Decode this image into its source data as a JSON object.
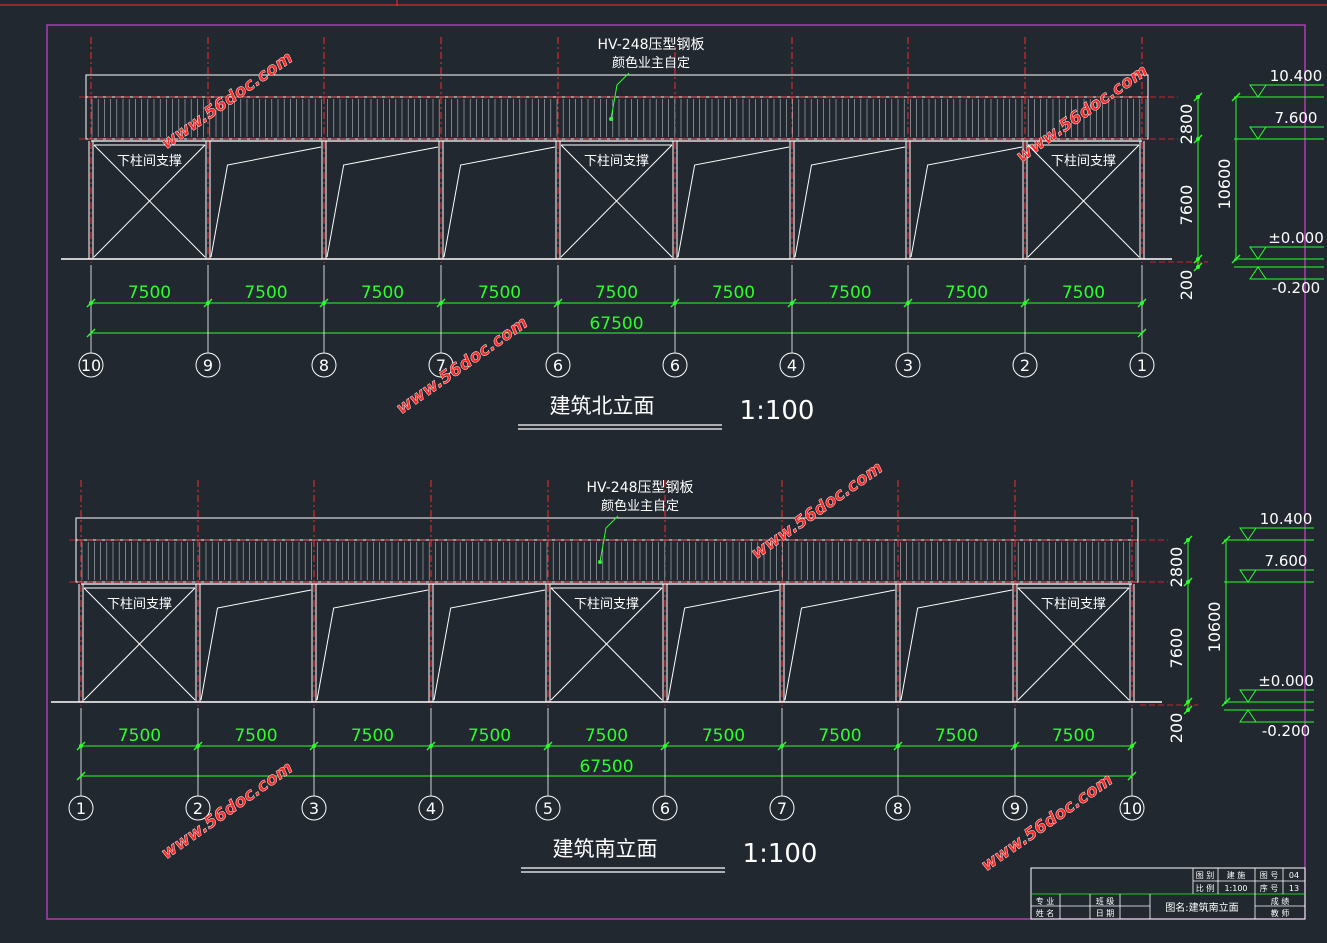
{
  "colors": {
    "background": "#212830",
    "line": "#ffffff",
    "grid_axis": "#ff2a2a",
    "dimension": "#2aff2a",
    "frame": "#c040c0",
    "watermark": "#ff2a2a"
  },
  "watermark": "www.56doc.com",
  "north_elevation": {
    "title": "建筑北立面",
    "scale": "1:100",
    "roof_label": "HV-248压型钢板",
    "roof_sublabel": "颜色业主自定",
    "brace_label": "下柱间支撑",
    "bay_dims": [
      "7500",
      "7500",
      "7500",
      "7500",
      "7500",
      "7500",
      "7500",
      "7500",
      "7500"
    ],
    "total_dim": "67500",
    "axes": [
      "10",
      "9",
      "8",
      "7",
      "6",
      "6",
      "4",
      "3",
      "2",
      "1"
    ],
    "vert_dims": [
      "2800",
      "7600",
      "200"
    ],
    "vert_total": "10600",
    "levels": [
      "10.400",
      "7.600",
      "±0.000",
      "-0.200"
    ]
  },
  "south_elevation": {
    "title": "建筑南立面",
    "scale": "1:100",
    "roof_label": "HV-248压型钢板",
    "roof_sublabel": "颜色业主自定",
    "brace_label": "下柱间支撑",
    "bay_dims": [
      "7500",
      "7500",
      "7500",
      "7500",
      "7500",
      "7500",
      "7500",
      "7500",
      "7500"
    ],
    "total_dim": "67500",
    "axes": [
      "1",
      "2",
      "3",
      "4",
      "5",
      "6",
      "7",
      "8",
      "9",
      "10"
    ],
    "vert_dims": [
      "2800",
      "7600",
      "200"
    ],
    "vert_total": "10600",
    "levels": [
      "10.400",
      "7.600",
      "±0.000",
      "-0.200"
    ]
  },
  "title_block": {
    "cells": [
      "图 别",
      "建 施",
      "图 号",
      "04",
      "比 例",
      "1:100",
      "序 号",
      "13",
      "专 业",
      "班 级",
      "图名:建筑南立面",
      "成 绩",
      "姓 名",
      "日 期",
      "教 师"
    ]
  }
}
